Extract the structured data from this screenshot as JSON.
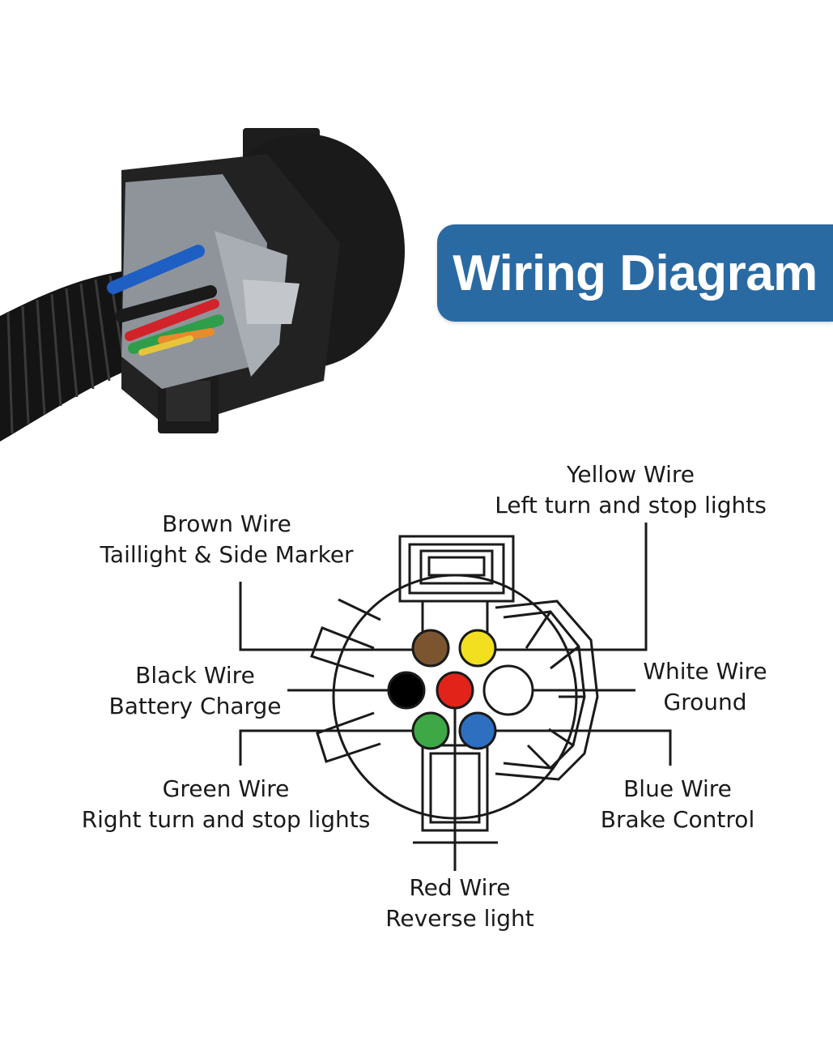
{
  "title": "Wiring Diagram",
  "colors": {
    "badge": "#2a6aa3",
    "brown": "#7a5530",
    "yellow": "#f2e020",
    "black": "#000000",
    "red": "#e2231a",
    "white": "#ffffff",
    "green": "#3da845",
    "blue": "#2f6fc0"
  },
  "labels": {
    "yellow": {
      "name": "Yellow Wire",
      "function": "Left turn and stop lights"
    },
    "brown": {
      "name": "Brown Wire",
      "function": "Taillight & Side Marker"
    },
    "black": {
      "name": "Black Wire",
      "function": "Battery Charge"
    },
    "white": {
      "name": "White Wire",
      "function": "Ground"
    },
    "green": {
      "name": "Green Wire",
      "function": "Right turn and stop lights"
    },
    "blue": {
      "name": "Blue Wire",
      "function": "Brake Control"
    },
    "red": {
      "name": "Red Wire",
      "function": "Reverse light"
    }
  }
}
